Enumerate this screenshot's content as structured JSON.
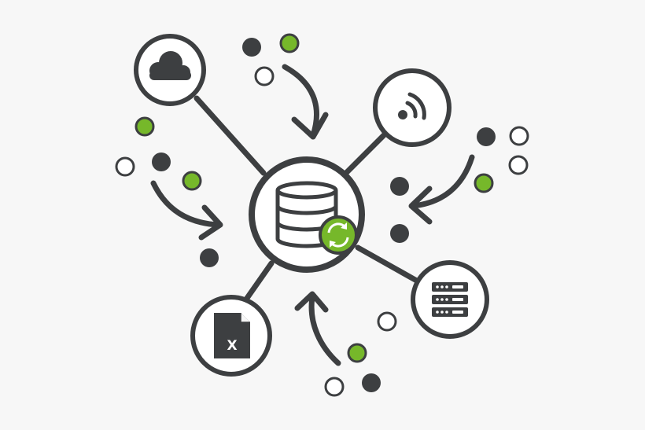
{
  "diagram": {
    "hub": {
      "icon": "database-sync-icon",
      "badge_icon": "sync-icon"
    },
    "nodes": [
      {
        "id": "cloud",
        "icon": "cloud-icon"
      },
      {
        "id": "feed",
        "icon": "rss-feed-icon"
      },
      {
        "id": "servers",
        "icon": "server-rack-icon"
      },
      {
        "id": "file",
        "icon": "excel-file-icon",
        "label": "X"
      }
    ],
    "colors": {
      "ink": "#3d3f41",
      "accent": "#76b82a",
      "fill": "#ffffff",
      "background": "#f7f7f7"
    }
  }
}
